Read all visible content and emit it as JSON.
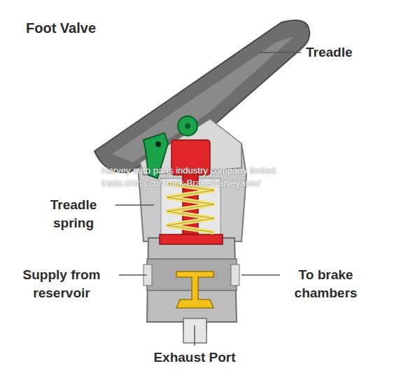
{
  "diagram": {
    "title": "Foot Valve",
    "labels": [
      "Treadle",
      "Treadle spring",
      "Supply from reservoir",
      "To brake chambers",
      "Exhaust Port",
      "Harvey auto parts industry company limited",
      "trade.china.cn/Truck-Brake/harveyauto/"
    ]
  }
}
